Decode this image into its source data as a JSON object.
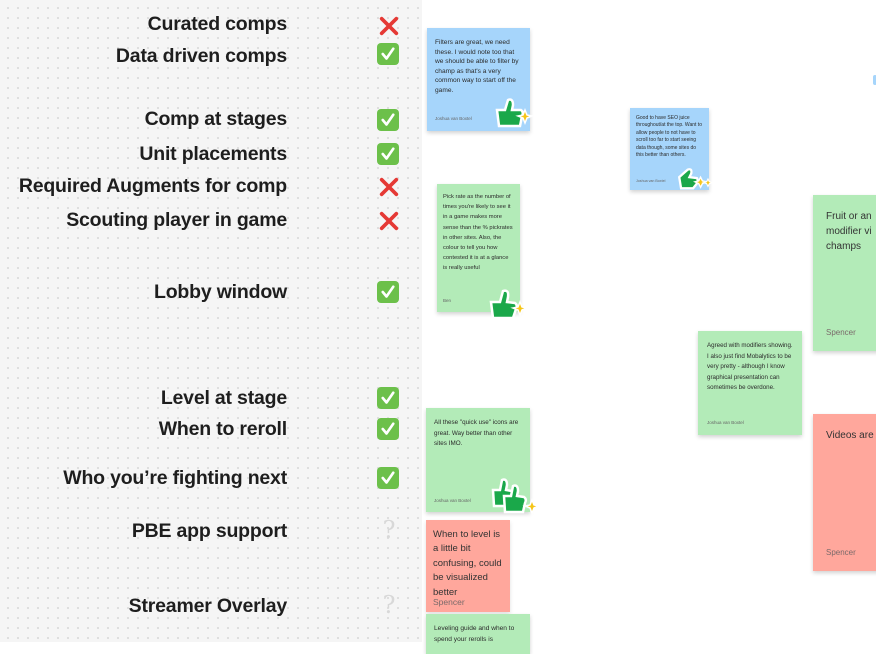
{
  "features": [
    {
      "label": "Curated comps",
      "status": "cross"
    },
    {
      "label": "Data driven comps",
      "status": "check"
    },
    {
      "label": "Comp at stages",
      "status": "check"
    },
    {
      "label": "Unit placements",
      "status": "check"
    },
    {
      "label": "Required Augments for comp",
      "status": "cross"
    },
    {
      "label": "Scouting player in game",
      "status": "cross"
    },
    {
      "label": "Lobby window",
      "status": "check"
    },
    {
      "label": "Level at stage",
      "status": "check"
    },
    {
      "label": "When to reroll",
      "status": "check"
    },
    {
      "label": "Who you’re fighting next",
      "status": "check"
    },
    {
      "label": "PBE app support",
      "status": "question"
    },
    {
      "label": "Streamer Overlay",
      "status": "question"
    }
  ],
  "status_glyphs": {
    "question": "?"
  },
  "colors": {
    "check": "#6cc04a",
    "cross": "#e53935",
    "sticky_blue": "#a6d5fb",
    "sticky_green": "#b3ebb8",
    "sticky_red": "#ffa79c",
    "sticker_green": "#1aa84a",
    "sticker_star": "#f5c518"
  },
  "notes": [
    {
      "id": "filters",
      "color": "blue",
      "text": "Filters are great, we need these. I would note too that we should be able to filter by champ as that's a very common way to start off the game.",
      "author": "Joshua van Boxtel",
      "sticker": "thumbs-up-sparkle"
    },
    {
      "id": "seo",
      "color": "blue",
      "text": "Good to have SEO juice throughout/at the top. Want to allow people to not have to scroll too far to start seeing data though, some sites do this better than others.",
      "author": "Joshua van Boxtel",
      "sticker": "thumbs-up-sparkle"
    },
    {
      "id": "pickrate",
      "color": "green",
      "text": "Pick rate as the number of times you're likely to see it in a game makes more sense than the % pickrates in other sites. Also, the colour to tell you how contested it is at a glance is really useful",
      "author": "Ben",
      "sticker": "thumbs-up-sparkle"
    },
    {
      "id": "modifiers",
      "color": "green",
      "text": "Agreed with modifiers showing. I also just find Mobalytics to be very pretty - although I know graphical presentation can sometimes be overdone.",
      "author": "Joshua van Boxtel",
      "sticker": null
    },
    {
      "id": "quickuse",
      "color": "green",
      "text": "All these \"quick use\" icons are great. Way better than other sites IMO.",
      "author": "Joshua van Boxtel",
      "sticker": "double-thumbs-up-sparkle"
    },
    {
      "id": "level",
      "color": "red",
      "text": "When to level is a little bit confusing, could be visualized better",
      "author": "Spencer",
      "sticker": null
    },
    {
      "id": "leveling",
      "color": "green",
      "text": "Leveling guide and when to spend your rerolls is",
      "author": "",
      "sticker": null
    },
    {
      "id": "fruit",
      "color": "green",
      "text": "Fruit or an modifier vi champs",
      "author": "Spencer",
      "sticker": null
    },
    {
      "id": "videos",
      "color": "red",
      "text": "Videos are think",
      "author": "Spencer",
      "sticker": null
    }
  ]
}
